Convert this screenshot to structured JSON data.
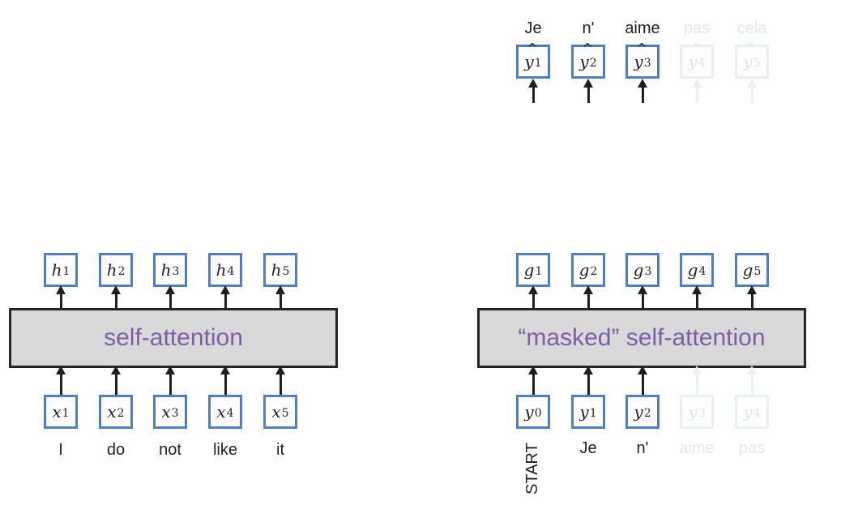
{
  "encoder": {
    "block_label": "self-attention",
    "inputs": [
      {
        "var": "x",
        "sub": "1",
        "word": "I"
      },
      {
        "var": "x",
        "sub": "2",
        "word": "do"
      },
      {
        "var": "x",
        "sub": "3",
        "word": "not"
      },
      {
        "var": "x",
        "sub": "4",
        "word": "like"
      },
      {
        "var": "x",
        "sub": "5",
        "word": "it"
      }
    ],
    "outputs": [
      {
        "var": "h",
        "sub": "1"
      },
      {
        "var": "h",
        "sub": "2"
      },
      {
        "var": "h",
        "sub": "3"
      },
      {
        "var": "h",
        "sub": "4"
      },
      {
        "var": "h",
        "sub": "5"
      }
    ]
  },
  "decoder": {
    "block_label": "“masked” self-attention",
    "inputs": [
      {
        "var": "y",
        "sub": "0",
        "word": "START",
        "faded": false
      },
      {
        "var": "y",
        "sub": "1",
        "word": "Je",
        "faded": false
      },
      {
        "var": "y",
        "sub": "2",
        "word": "n'",
        "faded": false
      },
      {
        "var": "y",
        "sub": "3",
        "word": "aime",
        "faded": true
      },
      {
        "var": "y",
        "sub": "4",
        "word": "pas",
        "faded": true
      }
    ],
    "hidden": [
      {
        "var": "g",
        "sub": "1"
      },
      {
        "var": "g",
        "sub": "2"
      },
      {
        "var": "g",
        "sub": "3"
      },
      {
        "var": "g",
        "sub": "4"
      },
      {
        "var": "g",
        "sub": "5"
      }
    ],
    "predictions": [
      {
        "var": "y",
        "sub": "1",
        "word": "Je",
        "faded": false
      },
      {
        "var": "y",
        "sub": "2",
        "word": "n'",
        "faded": false
      },
      {
        "var": "y",
        "sub": "3",
        "word": "aime",
        "faded": false
      },
      {
        "var": "y",
        "sub": "4",
        "word": "pas",
        "faded": true
      },
      {
        "var": "y",
        "sub": "5",
        "word": "cela",
        "faded": true
      }
    ]
  },
  "colors": {
    "node_border": "#4f7fc0",
    "block_fill": "#d9d9d9",
    "block_text": "#7b5ea7",
    "faded": "#e6e6e6"
  }
}
